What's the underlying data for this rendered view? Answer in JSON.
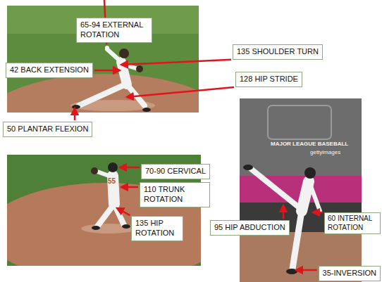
{
  "diagram": {
    "nodes": [
      {
        "text": [
          "65-94 EXTERNAL ROTATION"
        ]
      },
      {
        "text": [
          "135 SHOULDER TURN"
        ]
      },
      {
        "text": [
          "42 BACK EXTENSION"
        ]
      },
      {
        "text": [
          "128 HIP STRIDE"
        ]
      },
      {
        "text": [
          "50 PLANTAR FLEXION"
        ]
      },
      {
        "text": [
          "70-90 CERVICAL"
        ]
      },
      {
        "text": [
          "110 TRUNK ROTATION"
        ]
      },
      {
        "text": [
          "135 HIP ROTATION"
        ]
      },
      {
        "text": [
          "95 HIP ABDUCTION"
        ]
      },
      {
        "text": [
          "60 INTERNAL ROTATION"
        ]
      },
      {
        "text": [
          "35-INVERSION"
        ]
      }
    ],
    "labels": [
      "55",
      "MAJOR LEAGUE BASEBALL",
      "gettyimages"
    ]
  }
}
